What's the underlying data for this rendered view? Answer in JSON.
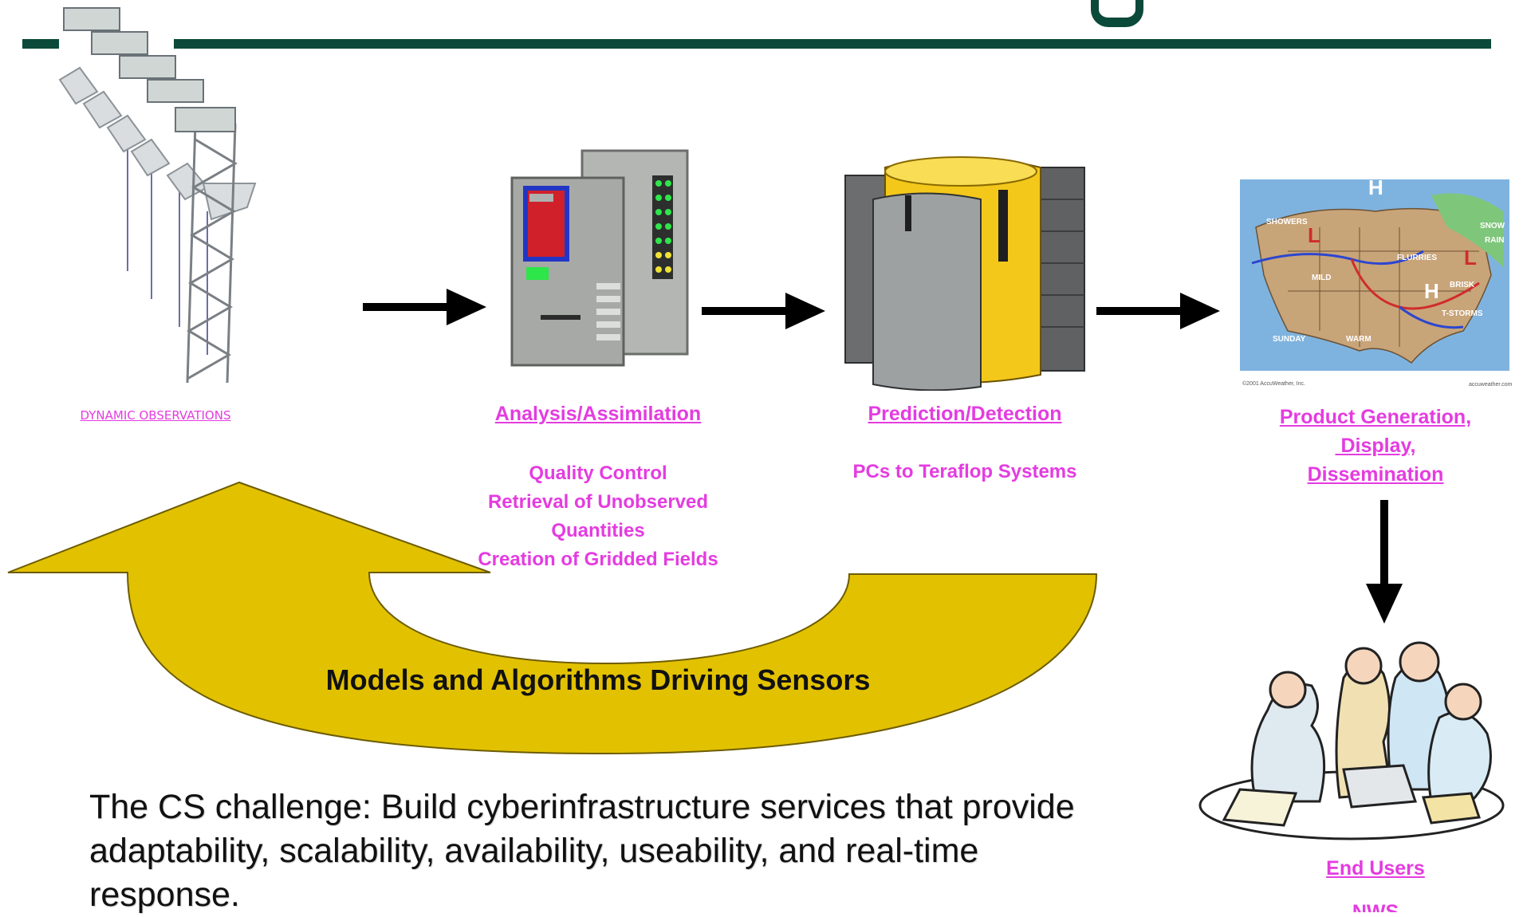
{
  "stages": {
    "observations": {
      "label": "DYNAMIC OBSERVATIONS"
    },
    "analysis": {
      "title": "Analysis/Assimilation",
      "lines": [
        "Quality Control",
        "Retrieval of Unobserved",
        "Quantities",
        "Creation of Gridded Fields"
      ]
    },
    "prediction": {
      "title": "Prediction/Detection",
      "subtitle": "PCs to Teraflop Systems"
    },
    "product": {
      "title_lines": [
        "Product Generation,",
        " Display,",
        "Dissemination"
      ]
    },
    "end_users": {
      "title": "End Users",
      "partial": "NWS"
    }
  },
  "map": {
    "labels": [
      "SHOWERS",
      "FLURRIES",
      "SNOW",
      "RAIN",
      "MILD",
      "BRISK",
      "T-STORMS",
      "SUNDAY",
      "WARM"
    ],
    "fronts": [
      "L",
      "H",
      "H",
      "L"
    ],
    "copyright": "©2001 AccuWeather, Inc.",
    "site": "accuweather.com"
  },
  "feedback": {
    "label": "Models and Algorithms Driving Sensors"
  },
  "challenge": {
    "text": "The CS challenge:  Build cyberinfrastructure services that provide adaptability, scalability, availability, useability, and real-time response."
  },
  "colors": {
    "accent": "#e43ce0",
    "rule": "#0b4a3a",
    "feedback_arrow": "#e2c100"
  }
}
